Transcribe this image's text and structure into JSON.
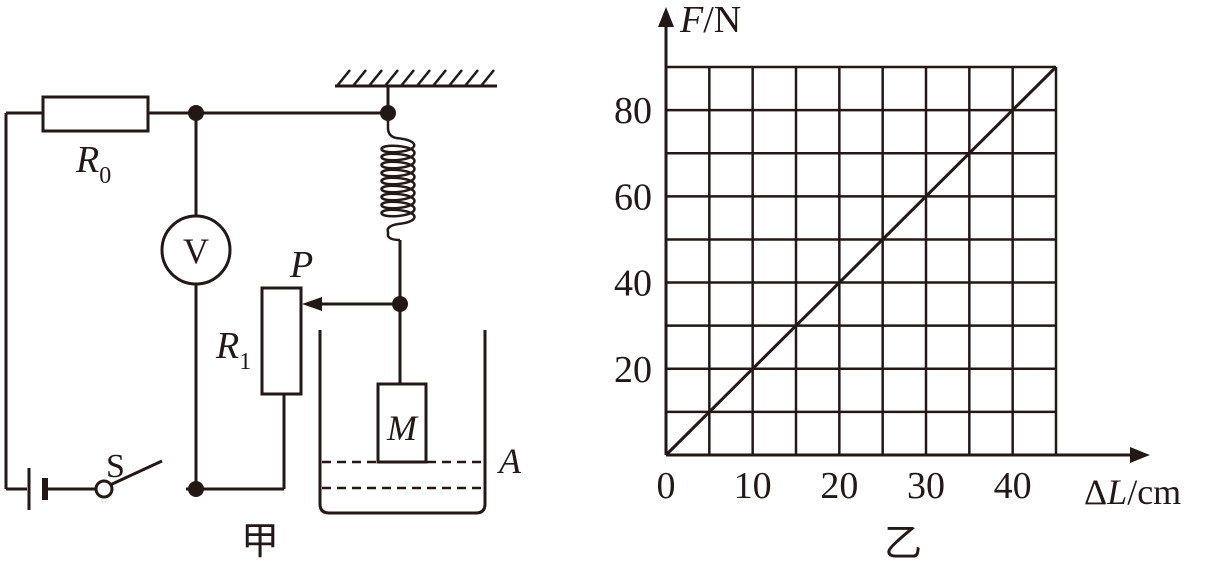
{
  "circuit": {
    "r0_label": "R",
    "r0_sub": "0",
    "r1_label": "R",
    "r1_sub": "1",
    "voltmeter_label": "V",
    "slider_label": "P",
    "switch_label": "S",
    "mass_label": "M",
    "container_label": "A",
    "caption": "甲"
  },
  "chart_data": {
    "type": "line",
    "caption": "乙",
    "xlabel": "ΔL/cm",
    "xlabel_parts": {
      "delta": "Δ",
      "var": "L",
      "unit": "/cm"
    },
    "ylabel": "F/N",
    "ylabel_parts": {
      "var": "F",
      "unit": "/N"
    },
    "xlim": [
      0,
      45
    ],
    "ylim": [
      0,
      90
    ],
    "x_ticks": [
      0,
      10,
      20,
      30,
      40
    ],
    "y_ticks": [
      20,
      40,
      60,
      80
    ],
    "grid": true,
    "grid_step_x": 5,
    "grid_step_y": 10,
    "series": [
      {
        "x": [
          0,
          45
        ],
        "y": [
          0,
          90
        ]
      }
    ]
  },
  "colors": {
    "ink": "#231815",
    "background": "#ffffff"
  }
}
